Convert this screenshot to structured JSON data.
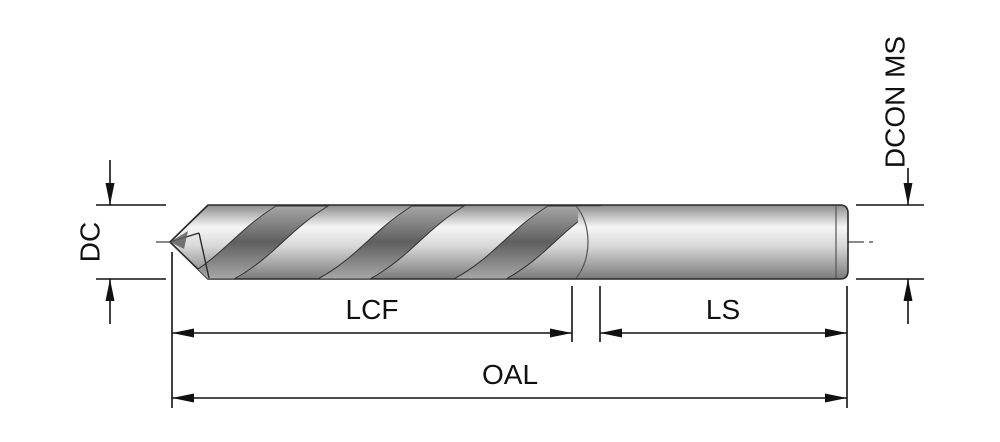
{
  "diagram": {
    "labels": {
      "diameter": "DC",
      "shank_diameter": "DCON MS",
      "flute_length": "LCF",
      "shank_length": "LS",
      "overall_length": "OAL"
    },
    "colors": {
      "line": "#111111",
      "outline": "#2a2a2a",
      "centerline": "#444444",
      "metal_edge_top": "#8c8c8c",
      "metal_bright": "#f6f6f6",
      "metal_mid": "#d9d9d9",
      "metal_edge_bottom": "#7a7a7a",
      "flute_dark": "#5f5f5f",
      "flute_light": "#a8a8a8",
      "detail": "#555555"
    }
  }
}
